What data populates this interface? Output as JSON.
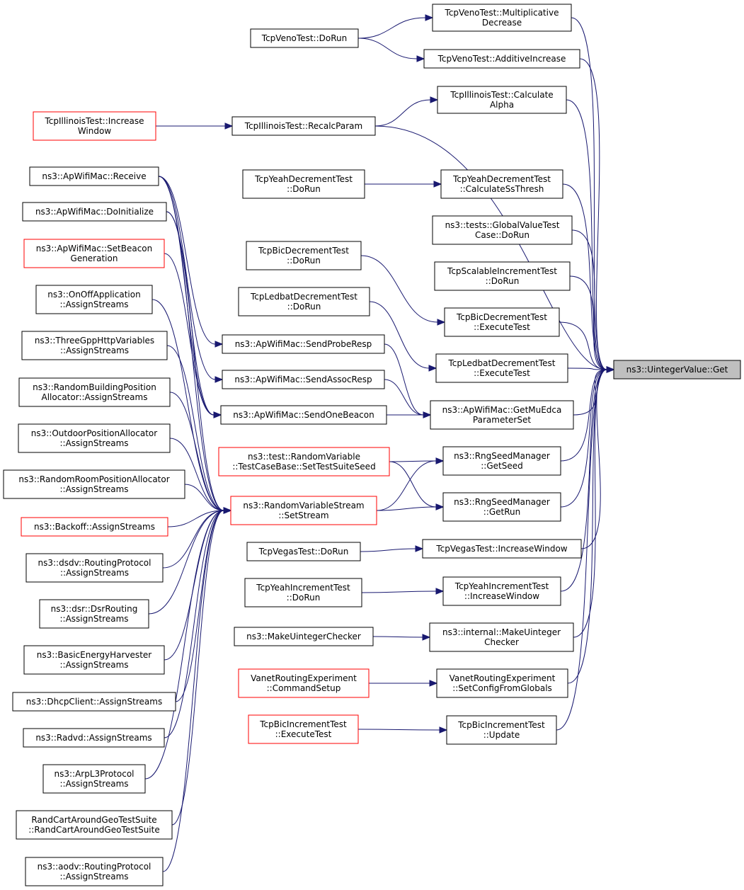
{
  "diagram": {
    "colors": {
      "edge": "#191970",
      "node_border": "#000000",
      "node_border_no_docs": "#ff0000",
      "root_fill": "#bfbfbf",
      "background": "#ffffff"
    },
    "nodes": {
      "root": {
        "lines": [
          "ns3::UintegerValue::Get"
        ],
        "style": "root"
      },
      "veno_mult": {
        "lines": [
          "TcpVenoTest::Multiplicative",
          "Decrease"
        ],
        "style": "normal"
      },
      "veno_add": {
        "lines": [
          "TcpVenoTest::AdditiveIncrease"
        ],
        "style": "normal"
      },
      "veno_dorun": {
        "lines": [
          "TcpVenoTest::DoRun"
        ],
        "style": "normal"
      },
      "ill_calc": {
        "lines": [
          "TcpIllinoisTest::Calculate",
          "Alpha"
        ],
        "style": "normal"
      },
      "ill_recalc": {
        "lines": [
          "TcpIllinoisTest::RecalcParam"
        ],
        "style": "normal"
      },
      "ill_incr": {
        "lines": [
          "TcpIllinoisTest::Increase",
          "Window"
        ],
        "style": "red"
      },
      "yeah_dec_calc": {
        "lines": [
          "TcpYeahDecrementTest",
          "::CalculateSsThresh"
        ],
        "style": "normal"
      },
      "yeah_dec_dorun": {
        "lines": [
          "TcpYeahDecrementTest",
          "::DoRun"
        ],
        "style": "normal"
      },
      "gv_dorun": {
        "lines": [
          "ns3::tests::GlobalValueTest",
          "Case::DoRun"
        ],
        "style": "normal"
      },
      "scal_dorun": {
        "lines": [
          "TcpScalableIncrementTest",
          "::DoRun"
        ],
        "style": "normal"
      },
      "bicdec_exec": {
        "lines": [
          "TcpBicDecrementTest",
          "::ExecuteTest"
        ],
        "style": "normal"
      },
      "bicdec_dorun": {
        "lines": [
          "TcpBicDecrementTest",
          "::DoRun"
        ],
        "style": "normal"
      },
      "led_exec": {
        "lines": [
          "TcpLedbatDecrementTest",
          "::ExecuteTest"
        ],
        "style": "normal"
      },
      "led_dorun": {
        "lines": [
          "TcpLedbatDecrementTest",
          "::DoRun"
        ],
        "style": "normal"
      },
      "ap_mu": {
        "lines": [
          "ns3::ApWifiMac::GetMuEdca",
          "ParameterSet"
        ],
        "style": "normal"
      },
      "ap_probe": {
        "lines": [
          "ns3::ApWifiMac::SendProbeResp"
        ],
        "style": "normal"
      },
      "ap_assoc": {
        "lines": [
          "ns3::ApWifiMac::SendAssocResp"
        ],
        "style": "normal"
      },
      "ap_beacon": {
        "lines": [
          "ns3::ApWifiMac::SendOneBeacon"
        ],
        "style": "normal"
      },
      "ap_receive": {
        "lines": [
          "ns3::ApWifiMac::Receive"
        ],
        "style": "normal"
      },
      "ap_doinit": {
        "lines": [
          "ns3::ApWifiMac::DoInitialize"
        ],
        "style": "normal"
      },
      "ap_setbeacon": {
        "lines": [
          "ns3::ApWifiMac::SetBeacon",
          "Generation"
        ],
        "style": "red"
      },
      "rng_seed": {
        "lines": [
          "ns3::RngSeedManager",
          "::GetSeed"
        ],
        "style": "normal"
      },
      "rng_run": {
        "lines": [
          "ns3::RngSeedManager",
          "::GetRun"
        ],
        "style": "normal"
      },
      "rv_testcase": {
        "lines": [
          "ns3::test::RandomVariable",
          "::TestCaseBase::SetTestSuiteSeed"
        ],
        "style": "red"
      },
      "rvs_setstream": {
        "lines": [
          "ns3::RandomVariableStream",
          "::SetStream"
        ],
        "style": "red"
      },
      "vegas_incr": {
        "lines": [
          "TcpVegasTest::IncreaseWindow"
        ],
        "style": "normal"
      },
      "vegas_dorun": {
        "lines": [
          "TcpVegasTest::DoRun"
        ],
        "style": "normal"
      },
      "yeah_inc_incr": {
        "lines": [
          "TcpYeahIncrementTest",
          "::IncreaseWindow"
        ],
        "style": "normal"
      },
      "yeah_inc_dorun": {
        "lines": [
          "TcpYeahIncrementTest",
          "::DoRun"
        ],
        "style": "normal"
      },
      "mk_internal": {
        "lines": [
          "ns3::internal::MakeUinteger",
          "Checker"
        ],
        "style": "normal"
      },
      "mk_checker": {
        "lines": [
          "ns3::MakeUintegerChecker"
        ],
        "style": "normal"
      },
      "vanet_setcfg": {
        "lines": [
          "VanetRoutingExperiment",
          "::SetConfigFromGlobals"
        ],
        "style": "normal"
      },
      "vanet_cmd": {
        "lines": [
          "VanetRoutingExperiment",
          "::CommandSetup"
        ],
        "style": "red"
      },
      "bicinc_update": {
        "lines": [
          "TcpBicIncrementTest",
          "::Update"
        ],
        "style": "normal"
      },
      "bicinc_exec": {
        "lines": [
          "TcpBicIncrementTest",
          "::ExecuteTest"
        ],
        "style": "red"
      },
      "onoff": {
        "lines": [
          "ns3::OnOffApplication",
          "::AssignStreams"
        ],
        "style": "normal"
      },
      "threegpp": {
        "lines": [
          "ns3::ThreeGppHttpVariables",
          "::AssignStreams"
        ],
        "style": "normal"
      },
      "rbpa": {
        "lines": [
          "ns3::RandomBuildingPosition",
          "Allocator::AssignStreams"
        ],
        "style": "normal"
      },
      "outdoor": {
        "lines": [
          "ns3::OutdoorPositionAllocator",
          "::AssignStreams"
        ],
        "style": "normal"
      },
      "rroom": {
        "lines": [
          "ns3::RandomRoomPositionAllocator",
          "::AssignStreams"
        ],
        "style": "normal"
      },
      "backoff": {
        "lines": [
          "ns3::Backoff::AssignStreams"
        ],
        "style": "red"
      },
      "dsdv": {
        "lines": [
          "ns3::dsdv::RoutingProtocol",
          "::AssignStreams"
        ],
        "style": "normal"
      },
      "dsr": {
        "lines": [
          "ns3::dsr::DsrRouting",
          "::AssignStreams"
        ],
        "style": "normal"
      },
      "energy": {
        "lines": [
          "ns3::BasicEnergyHarvester",
          "::AssignStreams"
        ],
        "style": "normal"
      },
      "dhcp": {
        "lines": [
          "ns3::DhcpClient::AssignStreams"
        ],
        "style": "normal"
      },
      "radvd": {
        "lines": [
          "ns3::Radvd::AssignStreams"
        ],
        "style": "normal"
      },
      "arp": {
        "lines": [
          "ns3::ArpL3Protocol",
          "::AssignStreams"
        ],
        "style": "normal"
      },
      "randcart": {
        "lines": [
          "RandCartAroundGeoTestSuite",
          "::RandCartAroundGeoTestSuite"
        ],
        "style": "normal"
      },
      "aodv": {
        "lines": [
          "ns3::aodv::RoutingProtocol",
          "::AssignStreams"
        ],
        "style": "normal"
      }
    },
    "edges": [
      [
        "veno_mult",
        "root"
      ],
      [
        "veno_add",
        "root"
      ],
      [
        "ill_calc",
        "root"
      ],
      [
        "ill_recalc",
        "root"
      ],
      [
        "yeah_dec_calc",
        "root"
      ],
      [
        "gv_dorun",
        "root"
      ],
      [
        "scal_dorun",
        "root"
      ],
      [
        "bicdec_exec",
        "root"
      ],
      [
        "led_exec",
        "root"
      ],
      [
        "ap_mu",
        "root"
      ],
      [
        "rng_seed",
        "root"
      ],
      [
        "rng_run",
        "root"
      ],
      [
        "vegas_incr",
        "root"
      ],
      [
        "yeah_inc_incr",
        "root"
      ],
      [
        "mk_internal",
        "root"
      ],
      [
        "vanet_setcfg",
        "root"
      ],
      [
        "bicinc_update",
        "root"
      ],
      [
        "veno_dorun",
        "veno_mult"
      ],
      [
        "veno_dorun",
        "veno_add"
      ],
      [
        "ill_recalc",
        "ill_calc"
      ],
      [
        "ill_incr",
        "ill_recalc"
      ],
      [
        "yeah_dec_dorun",
        "yeah_dec_calc"
      ],
      [
        "bicdec_dorun",
        "bicdec_exec"
      ],
      [
        "led_dorun",
        "led_exec"
      ],
      [
        "ap_probe",
        "ap_mu"
      ],
      [
        "ap_assoc",
        "ap_mu"
      ],
      [
        "ap_beacon",
        "ap_mu"
      ],
      [
        "ap_receive",
        "ap_probe"
      ],
      [
        "ap_receive",
        "ap_assoc"
      ],
      [
        "ap_receive",
        "ap_beacon"
      ],
      [
        "ap_doinit",
        "ap_beacon"
      ],
      [
        "ap_setbeacon",
        "ap_beacon"
      ],
      [
        "rv_testcase",
        "rng_seed"
      ],
      [
        "rv_testcase",
        "rng_run"
      ],
      [
        "rvs_setstream",
        "rng_seed"
      ],
      [
        "rvs_setstream",
        "rng_run"
      ],
      [
        "vegas_dorun",
        "vegas_incr"
      ],
      [
        "yeah_inc_dorun",
        "yeah_inc_incr"
      ],
      [
        "mk_checker",
        "mk_internal"
      ],
      [
        "vanet_cmd",
        "vanet_setcfg"
      ],
      [
        "bicinc_exec",
        "bicinc_update"
      ],
      [
        "ap_receive",
        "rvs_setstream"
      ],
      [
        "ap_doinit",
        "rvs_setstream"
      ],
      [
        "onoff",
        "rvs_setstream"
      ],
      [
        "threegpp",
        "rvs_setstream"
      ],
      [
        "rbpa",
        "rvs_setstream"
      ],
      [
        "outdoor",
        "rvs_setstream"
      ],
      [
        "rroom",
        "rvs_setstream"
      ],
      [
        "backoff",
        "rvs_setstream"
      ],
      [
        "dsdv",
        "rvs_setstream"
      ],
      [
        "dsr",
        "rvs_setstream"
      ],
      [
        "energy",
        "rvs_setstream"
      ],
      [
        "dhcp",
        "rvs_setstream"
      ],
      [
        "radvd",
        "rvs_setstream"
      ],
      [
        "arp",
        "rvs_setstream"
      ],
      [
        "randcart",
        "rvs_setstream"
      ],
      [
        "aodv",
        "rvs_setstream"
      ]
    ]
  }
}
